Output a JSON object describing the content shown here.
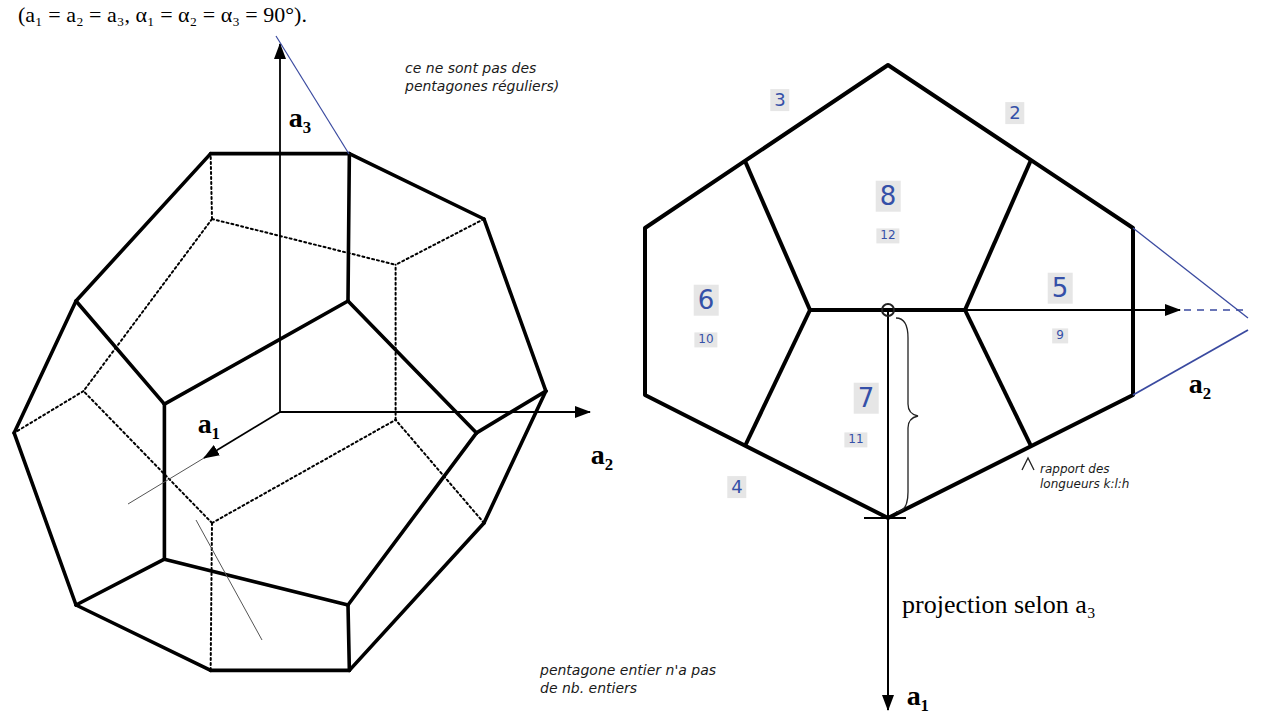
{
  "diagram": {
    "labels": [
      "(a₁ = a₂ = a₃, α₁ = α₂ = α₃ = 90°).",
      "a₃",
      "a₁",
      "a₂",
      "ce ne sont pas des pentagones réguliers)",
      "pentagone entier n'a pas de nb. entiers",
      "3",
      "2",
      "8",
      "12",
      "6",
      "10",
      "5",
      "9",
      "7",
      "11",
      "4",
      "a₂",
      "a₁",
      "rapport des longueurs k:l:h",
      "projection selon a₃"
    ]
  }
}
